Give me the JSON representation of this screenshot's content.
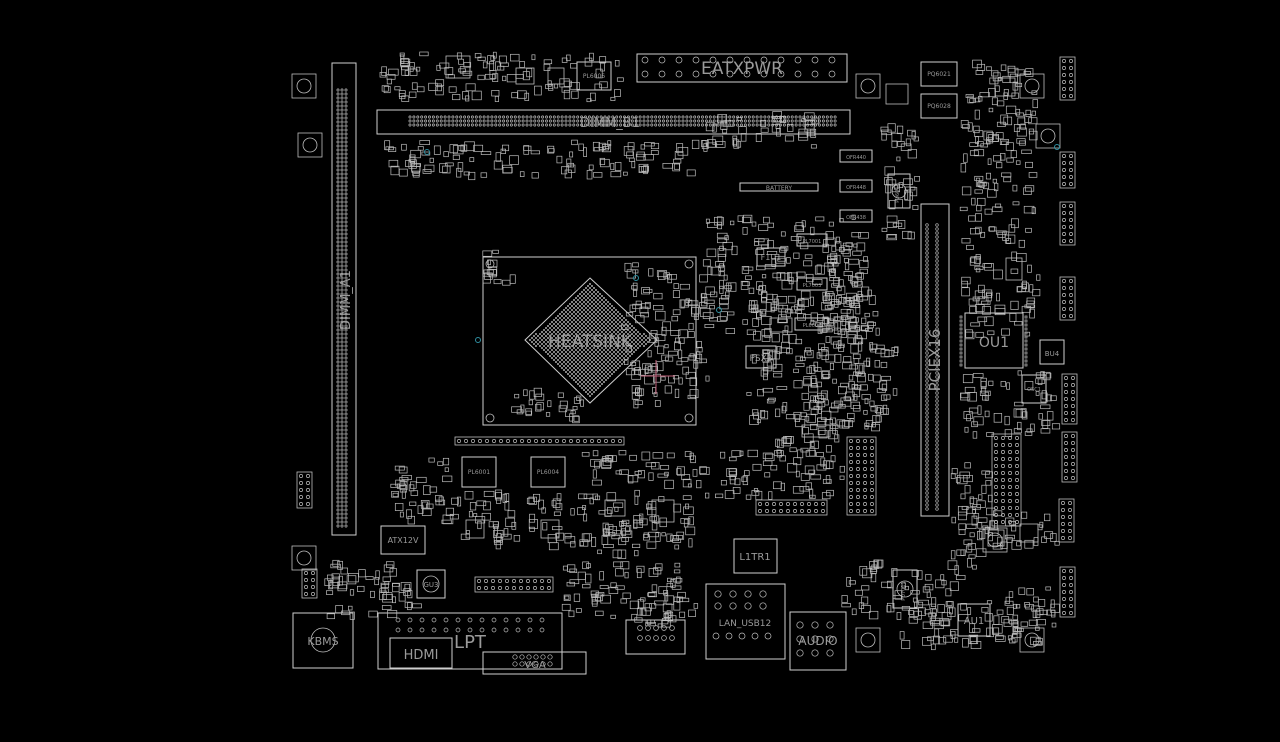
{
  "view": {
    "background": "#000000",
    "outline_color": "#cfcfcf",
    "label_color": "#9a9a9a",
    "via_color": "#2f8fa0",
    "cursor_color": "#c0607a"
  },
  "labels": {
    "eatxpwr": "EATXPWR",
    "dimm_b1": "DIMM_B1",
    "dimm_a1": "DIMM_A1",
    "heatsink": "HEATSINK",
    "pciex16": "PCIEX16",
    "ou1": "OU1",
    "bu4": "BU4",
    "lpt": "LPT",
    "hdmi": "HDMI",
    "vga": "VGA",
    "kbms": "KBMS",
    "audio": "AUDIO",
    "lan_usb12": "LAN_USB12",
    "l1tr1": "L1TR1",
    "atx12v": "ATX12V",
    "au1": "AU1",
    "psx3": "PSX3",
    "f1u1": "F1U1",
    "battery": "BATTERY",
    "pl6006": "PL6006",
    "pl6001": "PL6001",
    "pl6004": "PL6004",
    "pq6021": "PQ6021",
    "pq6028": "PQ6028",
    "pu6013": "PU6013",
    "pu7011": "PU7011",
    "gu3": "GU3",
    "pl7001": "PL7001",
    "pl7003": "PL7003",
    "pl6007": "PL6007",
    "ofr440": "OFR440",
    "ofr448": "OFR448",
    "ofr438": "OFR438",
    "osc1": "OSC1",
    "h1": "H1"
  }
}
